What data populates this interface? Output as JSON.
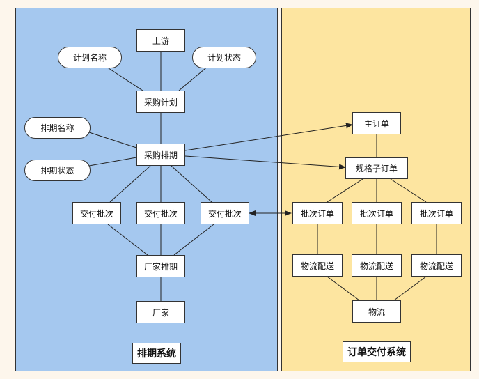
{
  "colors": {
    "page_background": "#fdf6ec",
    "left_panel": "#a5c8ef",
    "right_panel": "#fde5a0",
    "node_fill": "#ffffff",
    "stroke": "#333333"
  },
  "systems": {
    "scheduling": {
      "label": "排期系统",
      "nodes": {
        "upstream": "上游",
        "plan_name": "计划名称",
        "plan_status": "计划状态",
        "purchase_plan": "采购计划",
        "schedule_name": "排期名称",
        "schedule_status": "排期状态",
        "purchase_schedule": "采购排期",
        "delivery_batch_1": "交付批次",
        "delivery_batch_2": "交付批次",
        "delivery_batch_3": "交付批次",
        "vendor_schedule": "厂家排期",
        "vendor": "厂家"
      }
    },
    "order_delivery": {
      "label": "订单交付系统",
      "nodes": {
        "main_order": "主订单",
        "spec_sub_order": "规格子订单",
        "batch_order_1": "批次订单",
        "batch_order_2": "批次订单",
        "batch_order_3": "批次订单",
        "logistics_delivery_1": "物流配送",
        "logistics_delivery_2": "物流配送",
        "logistics_delivery_3": "物流配送",
        "logistics": "物流"
      }
    }
  }
}
